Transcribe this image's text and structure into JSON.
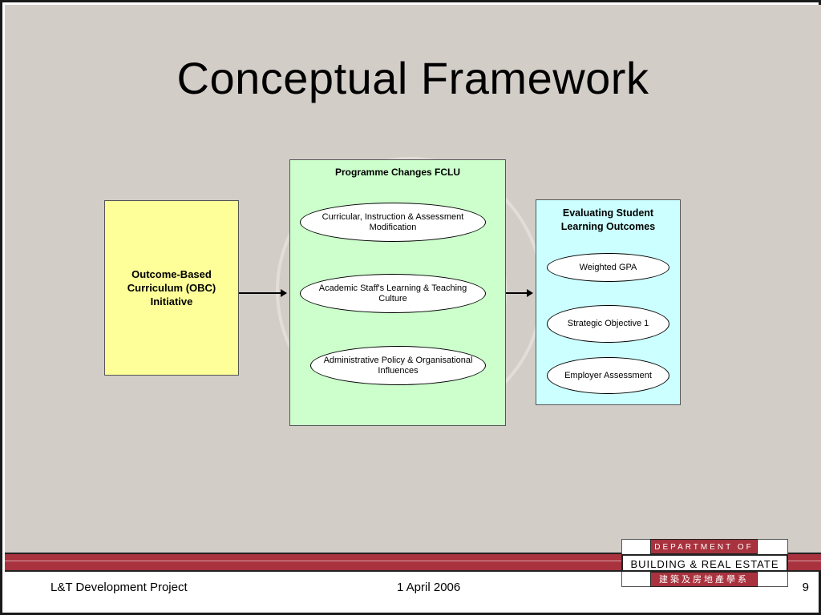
{
  "slide": {
    "title": "Conceptual Framework"
  },
  "diagram": {
    "input_box": {
      "label": "Outcome-Based Curriculum (OBC) Initiative"
    },
    "programme_box": {
      "title": "Programme Changes FCLU",
      "ovals": [
        {
          "label": "Curricular, Instruction & Assessment Modification"
        },
        {
          "label": "Academic Staff's Learning & Teaching Culture"
        },
        {
          "label": "Administrative Policy & Organisational Influences"
        }
      ]
    },
    "evaluation_box": {
      "title": "Evaluating Student Learning Outcomes",
      "ovals": [
        {
          "label": "Weighted GPA"
        },
        {
          "label": "Strategic Objective 1"
        },
        {
          "label": "Employer Assessment"
        }
      ]
    }
  },
  "footer": {
    "project": "L&T Development Project",
    "date": "1 April 2006",
    "page_number": "9"
  },
  "logo": {
    "line1": "DEPARTMENT OF",
    "line2": "BUILDING & REAL ESTATE",
    "line3": "建築及房地產學系"
  },
  "colors": {
    "background": "#d3cdc8",
    "input_box_fill": "#ffff99",
    "programme_box_fill": "#ccffcc",
    "evaluation_box_fill": "#ccffff",
    "brand_red": "#a8323e"
  }
}
